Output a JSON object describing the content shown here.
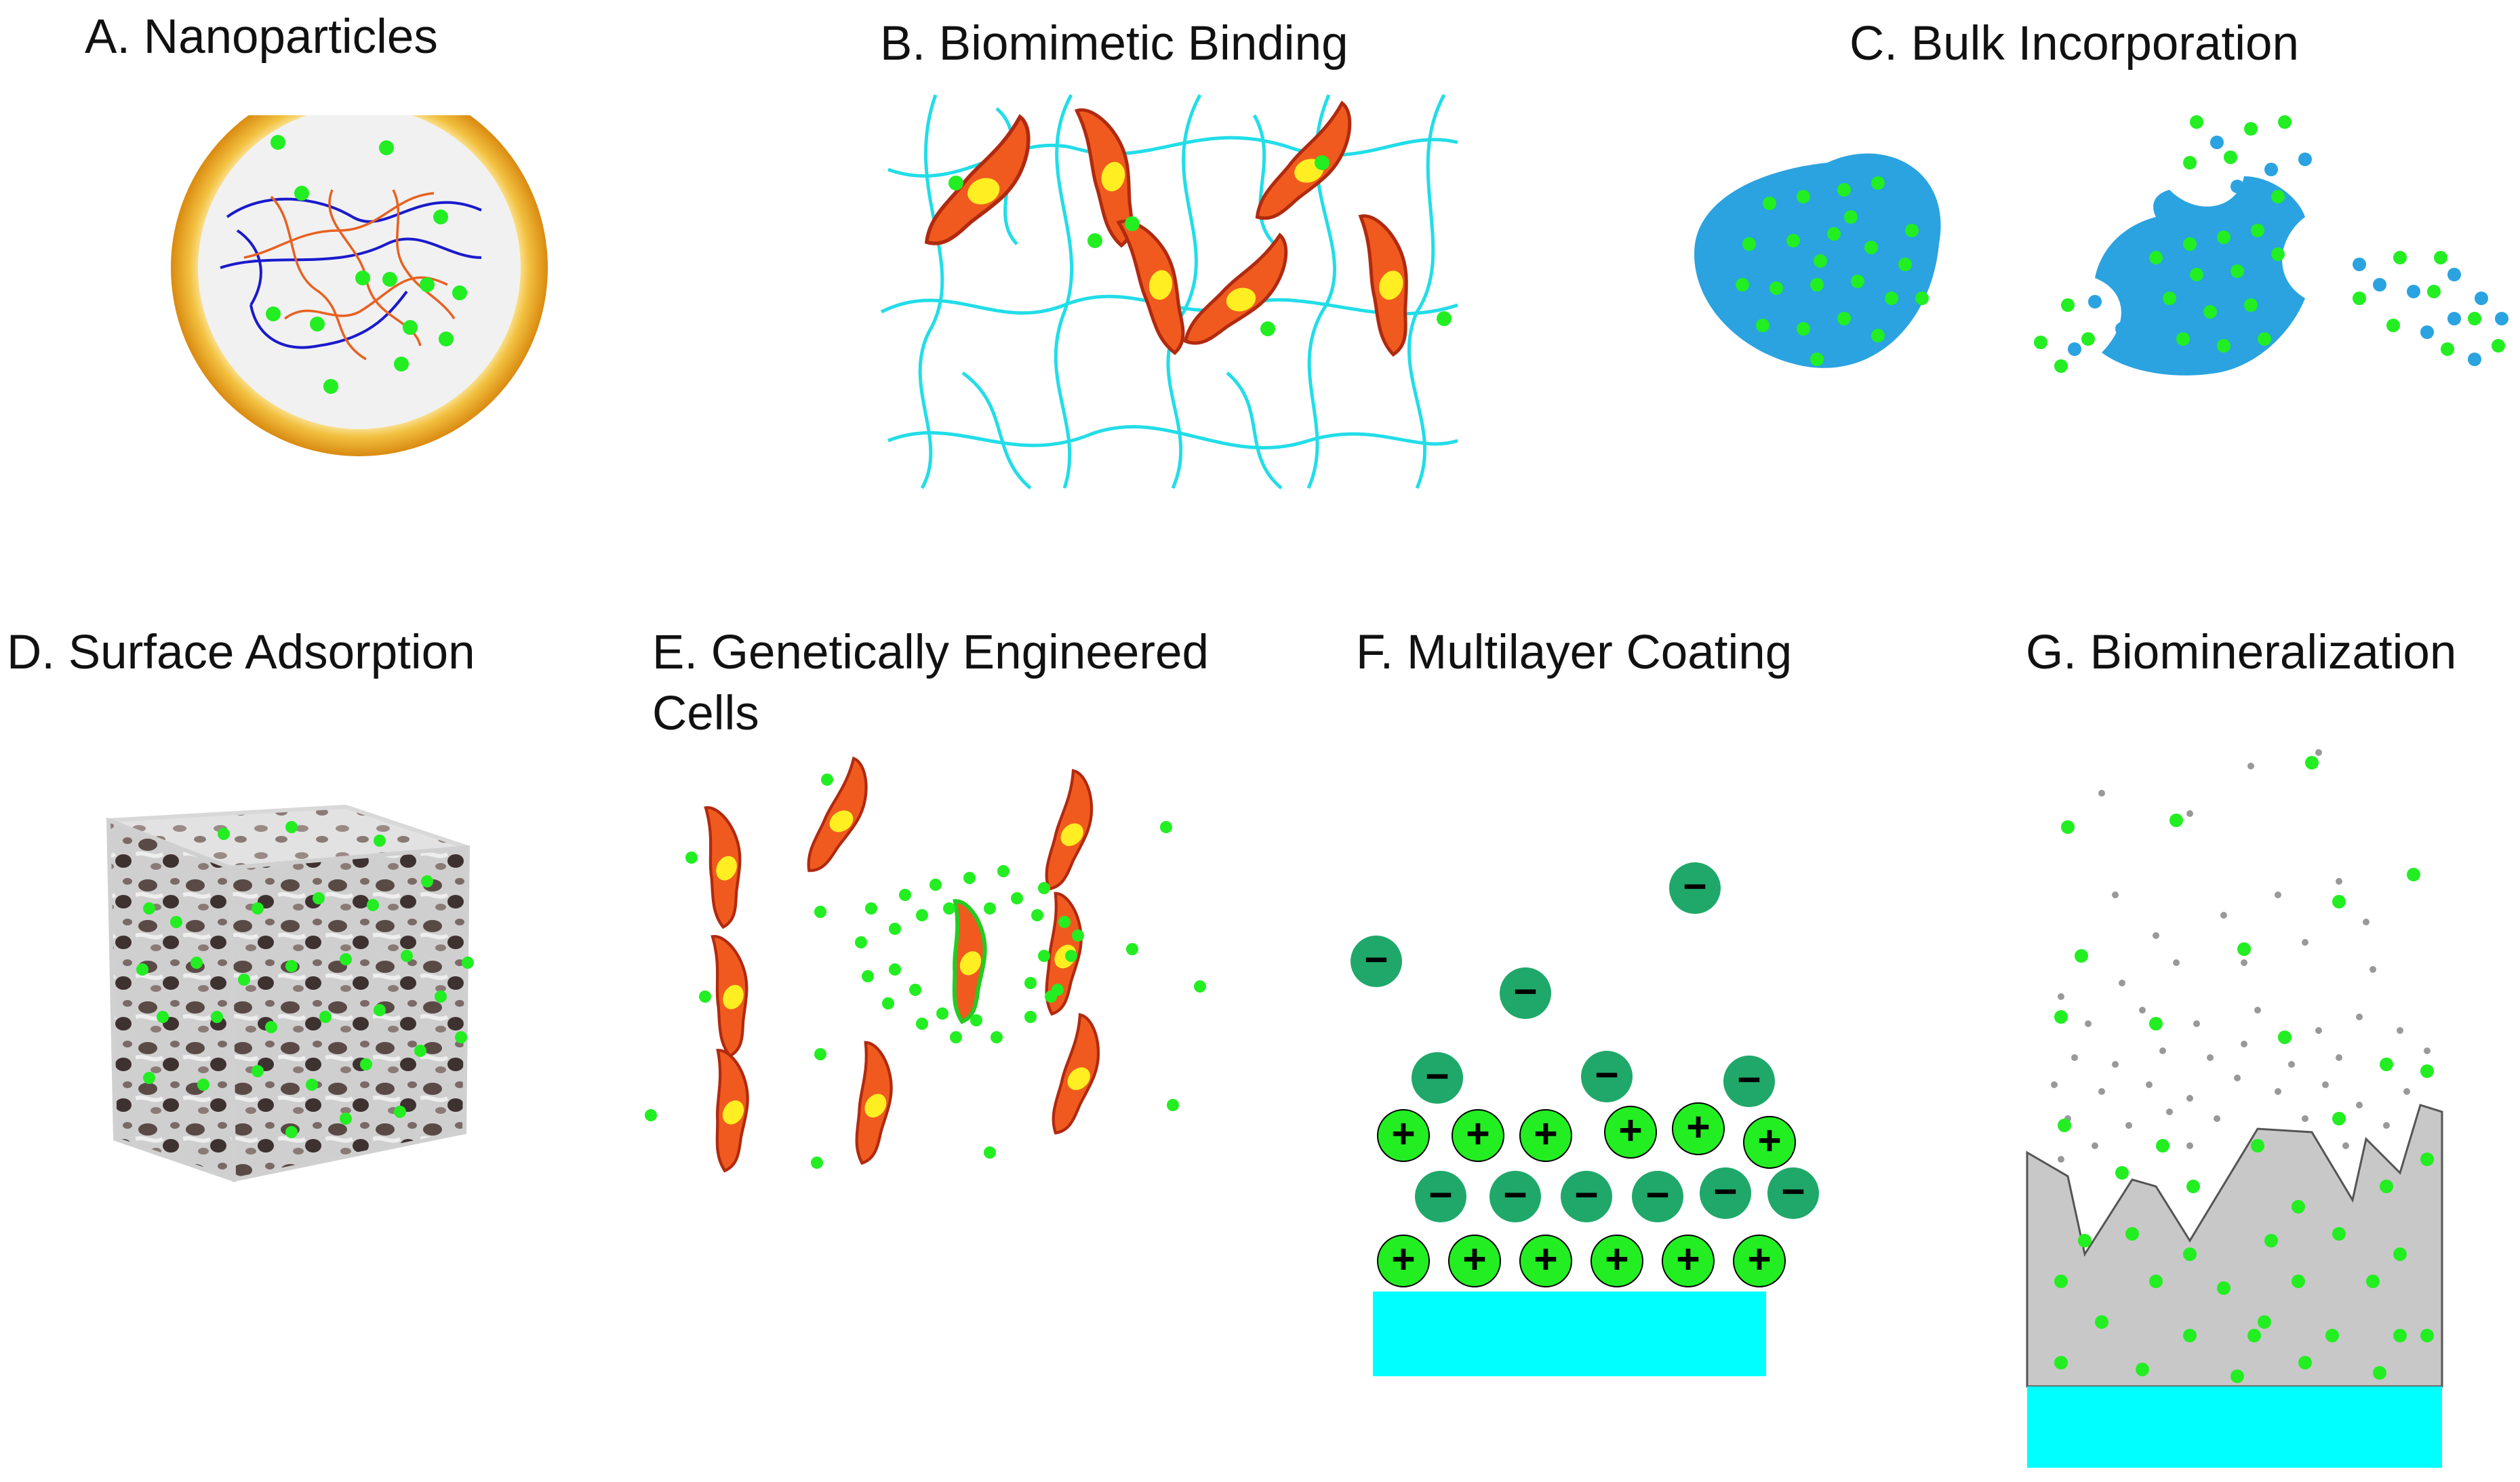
{
  "panels": {
    "a": {
      "title": "A. Nanoparticles"
    },
    "b": {
      "title": "B. Biomimetic Binding"
    },
    "c": {
      "title": "C. Bulk Incorporation"
    },
    "d": {
      "title": "D. Surface Adsorption"
    },
    "e": {
      "title_line1": "E. Genetically Engineered",
      "title_line2": "Cells"
    },
    "f": {
      "title": "F. Multilayer Coating",
      "plus_symbol": "+",
      "minus_symbol": "−"
    },
    "g": {
      "title": "G. Biomineralization"
    }
  },
  "colors": {
    "growth_factor": "#22ee22",
    "cell_body": "#f05a1e",
    "cell_outline": "#b02a10",
    "nucleus": "#ffee22",
    "fiber": "#22dde8",
    "substrate": "#00ffff",
    "bulk_matrix": "#2aa3e0",
    "nanoparticle_shell": "#e4a21c",
    "polymer_blue": "#1a1acc",
    "polymer_orange": "#e86020",
    "negative_layer": "#1fa86a",
    "positive_layer": "#22ee22",
    "mineral": "#c8c8c8"
  }
}
